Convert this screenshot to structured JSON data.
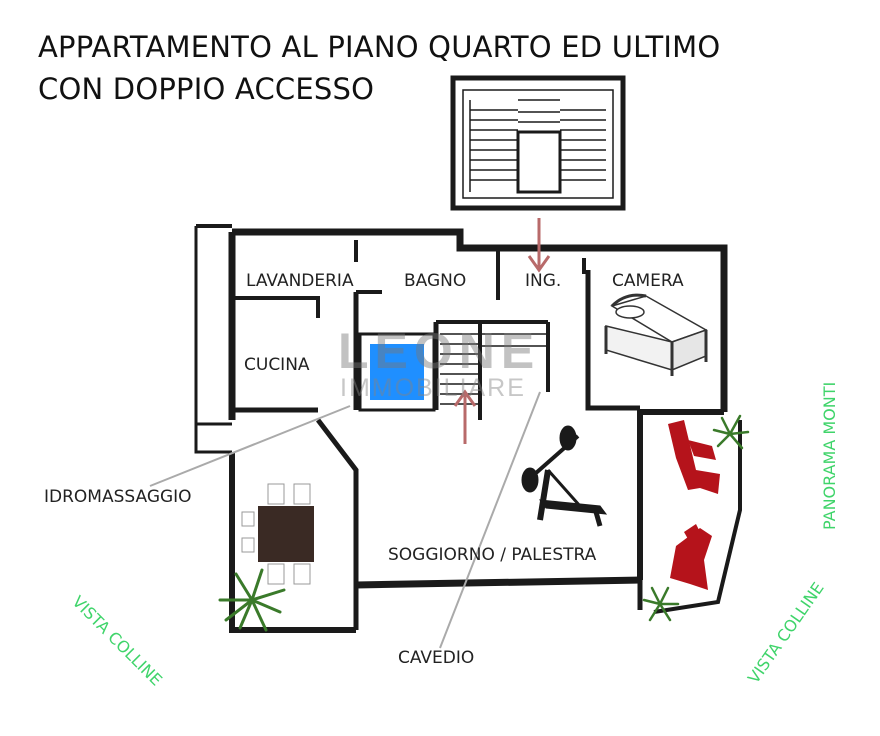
{
  "title": {
    "line1": "APPARTAMENTO AL PIANO QUARTO ED ULTIMO",
    "line2": "CON DOPPIO ACCESSO"
  },
  "rooms": {
    "lavanderia": "LAVANDERIA",
    "bagno": "BAGNO",
    "ingresso": "ING.",
    "camera": "CAMERA",
    "cucina": "CUCINA",
    "soggiorno": "SOGGIORNO / PALESTRA"
  },
  "callouts": {
    "idromassaggio": "IDROMASSAGGIO",
    "cavedio": "CAVEDIO"
  },
  "views": {
    "vista_colline_left": "VISTA COLLINE",
    "vista_colline_right": "VISTA COLLINE",
    "panorama_monti": "PANORAMA MONTI"
  },
  "watermark": {
    "brand": "LEONE",
    "sub": "IMMOBILIARE"
  },
  "colors": {
    "wall": "#1a1a1a",
    "arrow": "#b86a6a",
    "pool": "#1f8fff",
    "view_text": "#3fd46a",
    "chair": "#b5131b",
    "plant": "#3a7a2a"
  },
  "icons": [
    "bed-icon",
    "bench-press-icon",
    "dining-table-icon",
    "lounge-chair-icon",
    "plant-icon",
    "entry-arrow-icon",
    "hot-tub-icon",
    "staircase-icon"
  ]
}
